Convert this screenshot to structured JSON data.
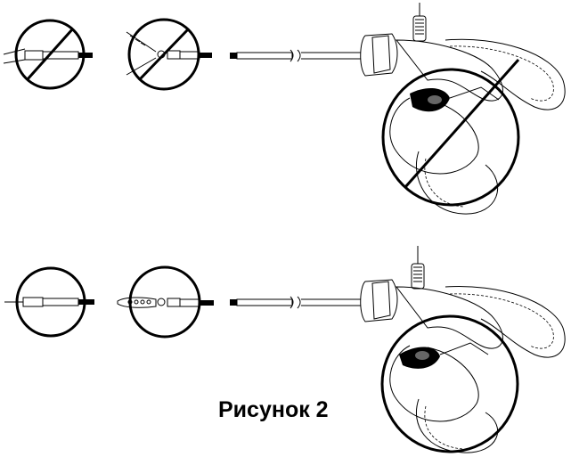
{
  "figure": {
    "caption": "Рисунок 2"
  },
  "rows": [
    {
      "id": "incorrect",
      "prohibited": true
    },
    {
      "id": "correct",
      "prohibited": false
    }
  ]
}
